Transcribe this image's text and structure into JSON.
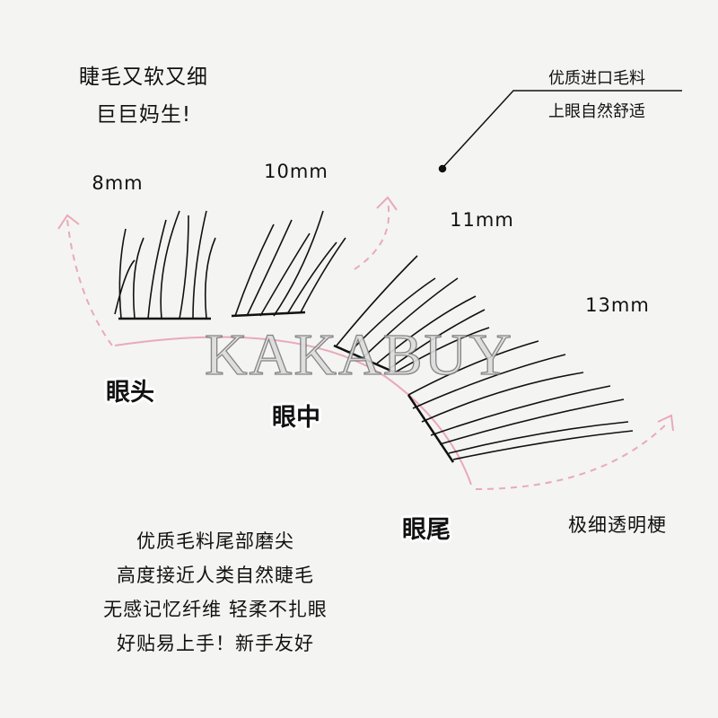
{
  "headline": {
    "line1": "睫毛又软又细",
    "line2": "巨巨妈生!"
  },
  "callout": {
    "line1": "优质进口毛料",
    "line2": "上眼自然舒适"
  },
  "lengths": [
    "8mm",
    "10mm",
    "11mm",
    "13mm"
  ],
  "zones": {
    "inner": "眼头",
    "middle": "眼中",
    "outer": "眼尾"
  },
  "band_label": "极细透明梗",
  "watermark": "KAKABUY",
  "features": [
    "优质毛料尾部磨尖",
    "高度接近人类自然睫毛",
    "无感记忆纤维 轻柔不扎眼",
    "好贴易上手！新手友好"
  ],
  "colors": {
    "accent_pink": "#e9aab8",
    "text": "#111111",
    "background": "#f4f4f3"
  }
}
